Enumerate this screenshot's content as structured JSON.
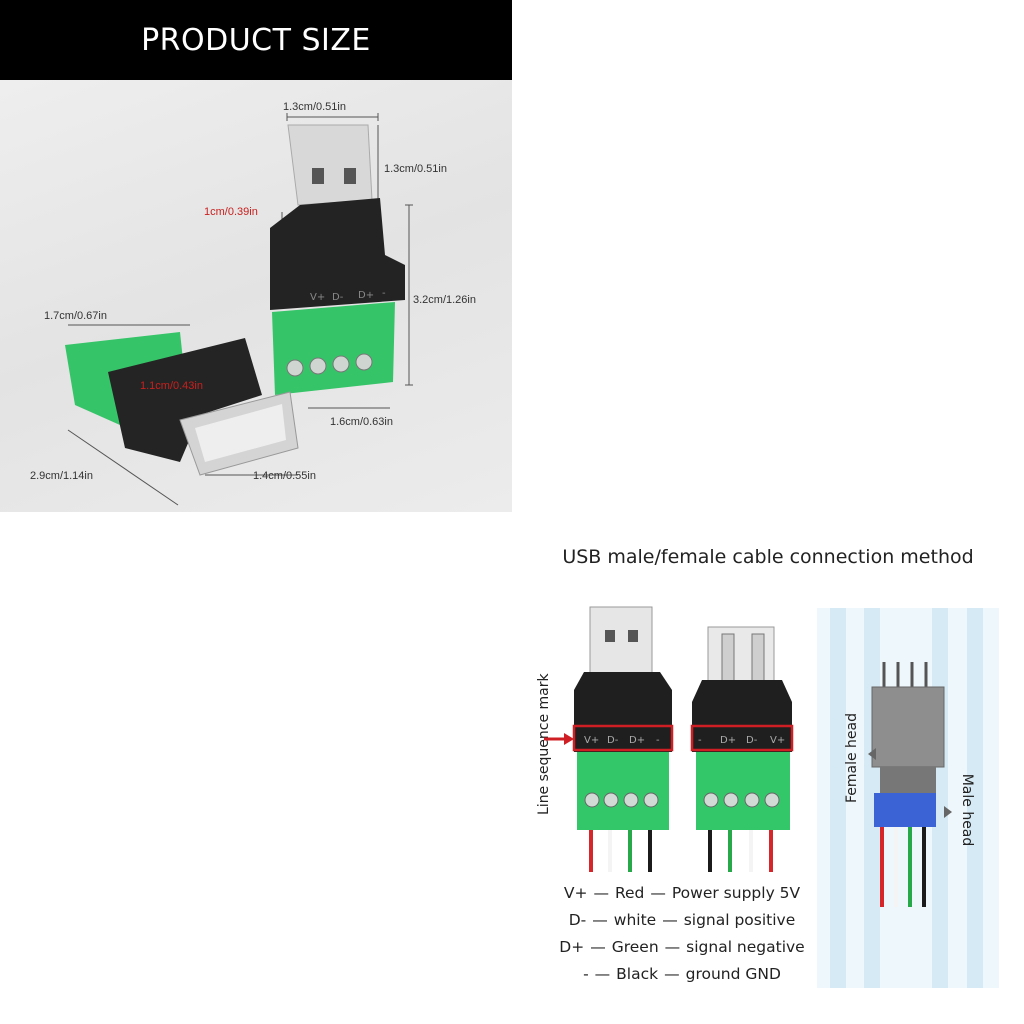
{
  "size_panel": {
    "banner": "PRODUCT SIZE",
    "dims": {
      "top_width": "1.3cm/0.51in",
      "plug_length": "1.3cm/0.51in",
      "neck": "1cm/0.39in",
      "height": "3.2cm/1.26in",
      "terminal_depth": "1.7cm/0.67in",
      "female_height": "1.1cm/0.43in",
      "terminal_width": "1.6cm/0.63in",
      "length": "2.9cm/1.14in",
      "female_width": "1.4cm/0.55in"
    },
    "pin_marks": [
      "V+",
      "D-",
      "D+",
      "-"
    ]
  },
  "connection_panel": {
    "title": "USB male/female cable connection method",
    "line_sequence_label": "Line sequence mark",
    "male_pins": [
      "V+",
      "D-",
      "D+",
      "-"
    ],
    "female_pins": [
      "-",
      "D+",
      "D-",
      "V+"
    ],
    "female_head_label": "Female head",
    "male_head_label": "Male head",
    "legend": [
      {
        "pin": "V+",
        "color_name": "Red",
        "function": "Power supply 5V"
      },
      {
        "pin": "D-",
        "color_name": "white",
        "function": "signal positive"
      },
      {
        "pin": "D+",
        "color_name": "Green",
        "function": "signal negative"
      },
      {
        "pin": "-",
        "color_name": "Black",
        "function": "ground GND"
      }
    ],
    "legend_dash": "—",
    "colors": {
      "red_wire": "#d7262a",
      "white_wire": "#f4f4f4",
      "green_wire": "#27a94a",
      "black_wire": "#1b1b1b",
      "terminal_green": "#34c76a",
      "body_black": "#1e1e1e",
      "highlight_red": "#d01f24",
      "stripe_blue": "#d5eaf4"
    }
  }
}
